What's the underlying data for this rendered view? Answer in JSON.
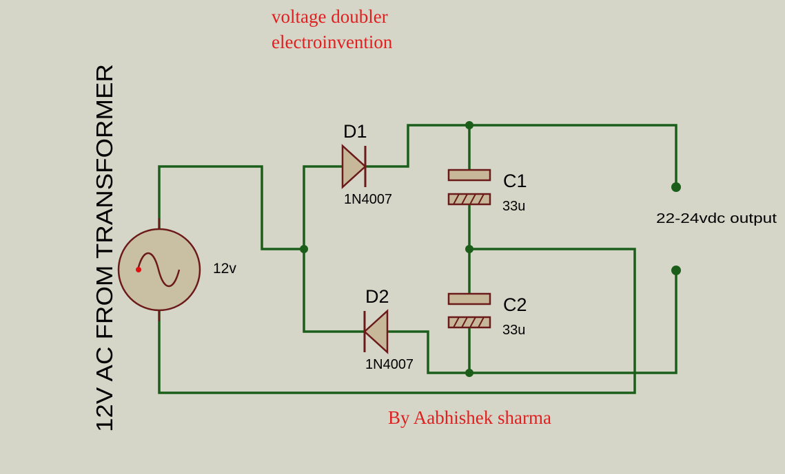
{
  "title_line1": "voltage doubler",
  "title_line2": "electroinvention",
  "author": "By Aabhishek sharma",
  "source": {
    "side_label": "12V AC FROM TRANSFORMER",
    "value": "12v"
  },
  "d1": {
    "ref": "D1",
    "part": "1N4007"
  },
  "d2": {
    "ref": "D2",
    "part": "1N4007"
  },
  "c1": {
    "ref": "C1",
    "value": "33u"
  },
  "c2": {
    "ref": "C2",
    "value": "33u"
  },
  "output_label": "22-24vdc output",
  "colors": {
    "background": "#d6d6c8",
    "wire": "#1a5e1a",
    "component_outline": "#6b1a1a",
    "component_fill": "#c8b89a",
    "source_fill": "#c9bfa3",
    "annotation_text": "#e02020"
  }
}
